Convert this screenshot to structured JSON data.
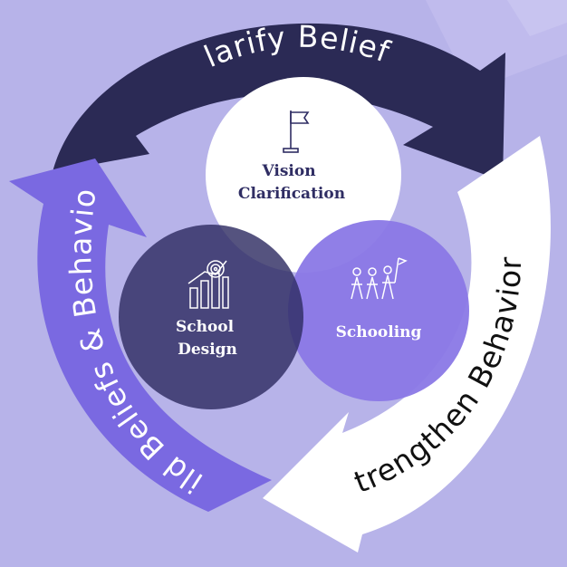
{
  "colors": {
    "background": "#b7b3e9",
    "arc_top": "#2b2a55",
    "arc_right": "#ffffff",
    "arc_left": "#7a69e1",
    "circle_vision": "#ffffff",
    "circle_school_design": "#2f2d63",
    "circle_schooling": "#8a78e6"
  },
  "arcs": {
    "top": "Clarify Beliefs",
    "right": "Strengthen Behaviors",
    "left": "Build Beliefs & Behaviors"
  },
  "circles": {
    "vision": {
      "line1": "Vision",
      "line2": "Clarification",
      "icon": "flag-icon"
    },
    "school_design": {
      "line1": "School",
      "line2": "Design",
      "icon": "growth-chart-target-icon"
    },
    "schooling": {
      "line1": "Schooling",
      "icon": "people-flag-icon"
    }
  }
}
